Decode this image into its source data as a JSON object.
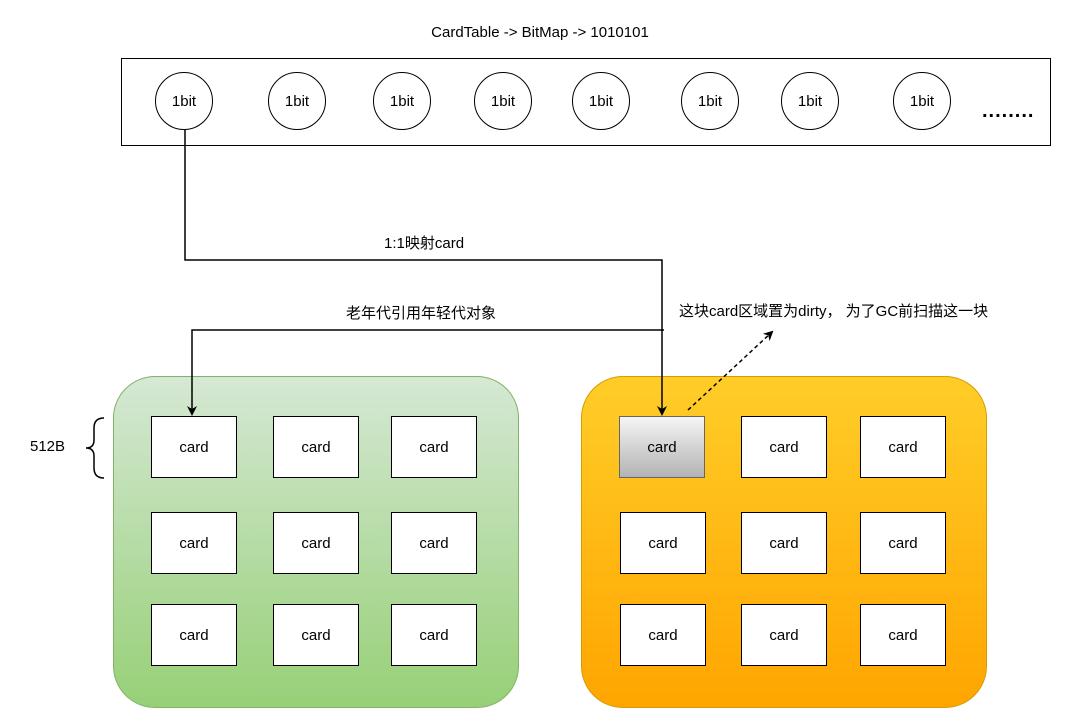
{
  "title": "CardTable  -> BitMap  -> 1010101",
  "bitmap": {
    "bits": [
      "1bit",
      "1bit",
      "1bit",
      "1bit",
      "1bit",
      "1bit",
      "1bit",
      "1bit"
    ],
    "ellipsis": "........"
  },
  "labels": {
    "mapping": "1:1映射card",
    "old_ref_young": "老年代引用年轻代对象",
    "dirty_note": "这块card区域置为dirty，  为了GC前扫描这一块",
    "card_size": "512B"
  },
  "old_region": {
    "cards": [
      "card",
      "card",
      "card",
      "card",
      "card",
      "card",
      "card",
      "card",
      "card"
    ]
  },
  "young_region": {
    "cards": [
      "card",
      "card",
      "card",
      "card",
      "card",
      "card",
      "card",
      "card",
      "card"
    ]
  },
  "colors": {
    "old_region_top": "#d5e8d4",
    "old_region_bottom": "#97d077",
    "young_region_top": "#ffcd28",
    "young_region_bottom": "#ffa500",
    "dirty_card": "#b3b3b3"
  }
}
